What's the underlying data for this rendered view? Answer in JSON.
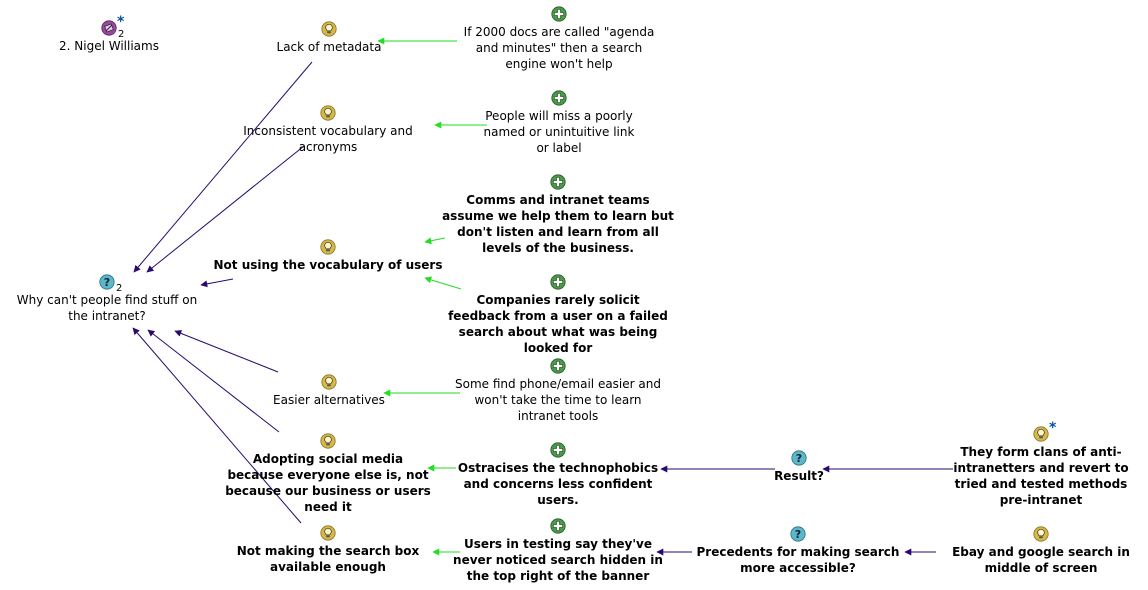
{
  "colors": {
    "pro": "#22dd22",
    "responds": "#2a0a6e",
    "idea": "#d6b84a",
    "question": "#5cb8c8",
    "plus": "#4a9a4a",
    "reference": "#9a4aa0",
    "star": "#0050a0"
  },
  "nodes": [
    {
      "id": "nigel",
      "type": "reference",
      "icon": "person-reference-icon",
      "label": "2. Nigel Williams",
      "badge": "2",
      "star": "*",
      "bold": false
    },
    {
      "id": "q_main",
      "type": "question",
      "icon": "question-icon",
      "label": "Why can't people find stuff on the intranet?",
      "badge": "2",
      "bold": false
    },
    {
      "id": "meta",
      "type": "idea",
      "icon": "lightbulb-icon",
      "label": "Lack of metadata",
      "bold": false
    },
    {
      "id": "agenda",
      "type": "pro",
      "icon": "plus-icon",
      "label": "If 2000 docs are called \"agenda and minutes\" then a search engine won't help",
      "bold": false
    },
    {
      "id": "vocab",
      "type": "idea",
      "icon": "lightbulb-icon",
      "label": "Inconsistent vocabulary and acronyms",
      "bold": false
    },
    {
      "id": "miss",
      "type": "pro",
      "icon": "plus-icon",
      "label": "People will miss a poorly named or unintuitive link or label",
      "bold": false
    },
    {
      "id": "comms",
      "type": "pro",
      "icon": "plus-icon",
      "label": "Comms and intranet teams assume we help them to learn but don't listen and learn from all levels of the business.",
      "bold": true
    },
    {
      "id": "notusing",
      "type": "idea",
      "icon": "lightbulb-icon",
      "label": "Not using the vocabulary of users",
      "bold": true
    },
    {
      "id": "solicit",
      "type": "pro",
      "icon": "plus-icon",
      "label": "Companies rarely solicit feedback from a user on a failed search about what was being looked for",
      "bold": true
    },
    {
      "id": "phone",
      "type": "pro",
      "icon": "plus-icon",
      "label": "Some find phone/email easier and won't take the time to learn intranet tools",
      "bold": false
    },
    {
      "id": "easier",
      "type": "idea",
      "icon": "lightbulb-icon",
      "label": "Easier alternatives",
      "bold": false
    },
    {
      "id": "social",
      "type": "idea",
      "icon": "lightbulb-icon",
      "label": "Adopting social media because everyone else is, not because our business or users need it",
      "bold": true
    },
    {
      "id": "ostracise",
      "type": "pro",
      "icon": "plus-icon",
      "label": "Ostracises the technophobics and concerns less confident users.",
      "bold": true
    },
    {
      "id": "result",
      "type": "question",
      "icon": "question-icon",
      "label": "Result?",
      "bold": true
    },
    {
      "id": "clans",
      "type": "idea",
      "icon": "lightbulb-icon",
      "label": "They form clans of anti-intranetters and revert to tried and tested methods pre-intranet",
      "star": "*",
      "bold": true
    },
    {
      "id": "searchbox",
      "type": "idea",
      "icon": "lightbulb-icon",
      "label": "Not making the search box available enough",
      "bold": true
    },
    {
      "id": "testing",
      "type": "pro",
      "icon": "plus-icon",
      "label": "Users in testing say they've never noticed search hidden in the top right of the banner",
      "bold": true
    },
    {
      "id": "precedents",
      "type": "question",
      "icon": "question-icon",
      "label": "Precedents for making search more accessible?",
      "bold": true
    },
    {
      "id": "ebay",
      "type": "idea",
      "icon": "lightbulb-icon",
      "label": "Ebay and google search in middle of screen",
      "bold": true
    }
  ],
  "links": [
    {
      "from": "agenda",
      "to": "meta",
      "kind": "pro"
    },
    {
      "from": "miss",
      "to": "vocab",
      "kind": "pro"
    },
    {
      "from": "comms",
      "to": "notusing",
      "kind": "pro"
    },
    {
      "from": "solicit",
      "to": "notusing",
      "kind": "pro"
    },
    {
      "from": "phone",
      "to": "easier",
      "kind": "pro"
    },
    {
      "from": "ostracise",
      "to": "social",
      "kind": "pro"
    },
    {
      "from": "testing",
      "to": "searchbox",
      "kind": "pro"
    },
    {
      "from": "meta",
      "to": "q_main",
      "kind": "responds"
    },
    {
      "from": "vocab",
      "to": "q_main",
      "kind": "responds"
    },
    {
      "from": "notusing",
      "to": "q_main",
      "kind": "responds"
    },
    {
      "from": "easier",
      "to": "q_main",
      "kind": "responds"
    },
    {
      "from": "social",
      "to": "q_main",
      "kind": "responds"
    },
    {
      "from": "searchbox",
      "to": "q_main",
      "kind": "responds"
    },
    {
      "from": "result",
      "to": "ostracise",
      "kind": "responds"
    },
    {
      "from": "clans",
      "to": "result",
      "kind": "responds"
    },
    {
      "from": "precedents",
      "to": "testing",
      "kind": "responds"
    },
    {
      "from": "ebay",
      "to": "precedents",
      "kind": "responds"
    }
  ]
}
